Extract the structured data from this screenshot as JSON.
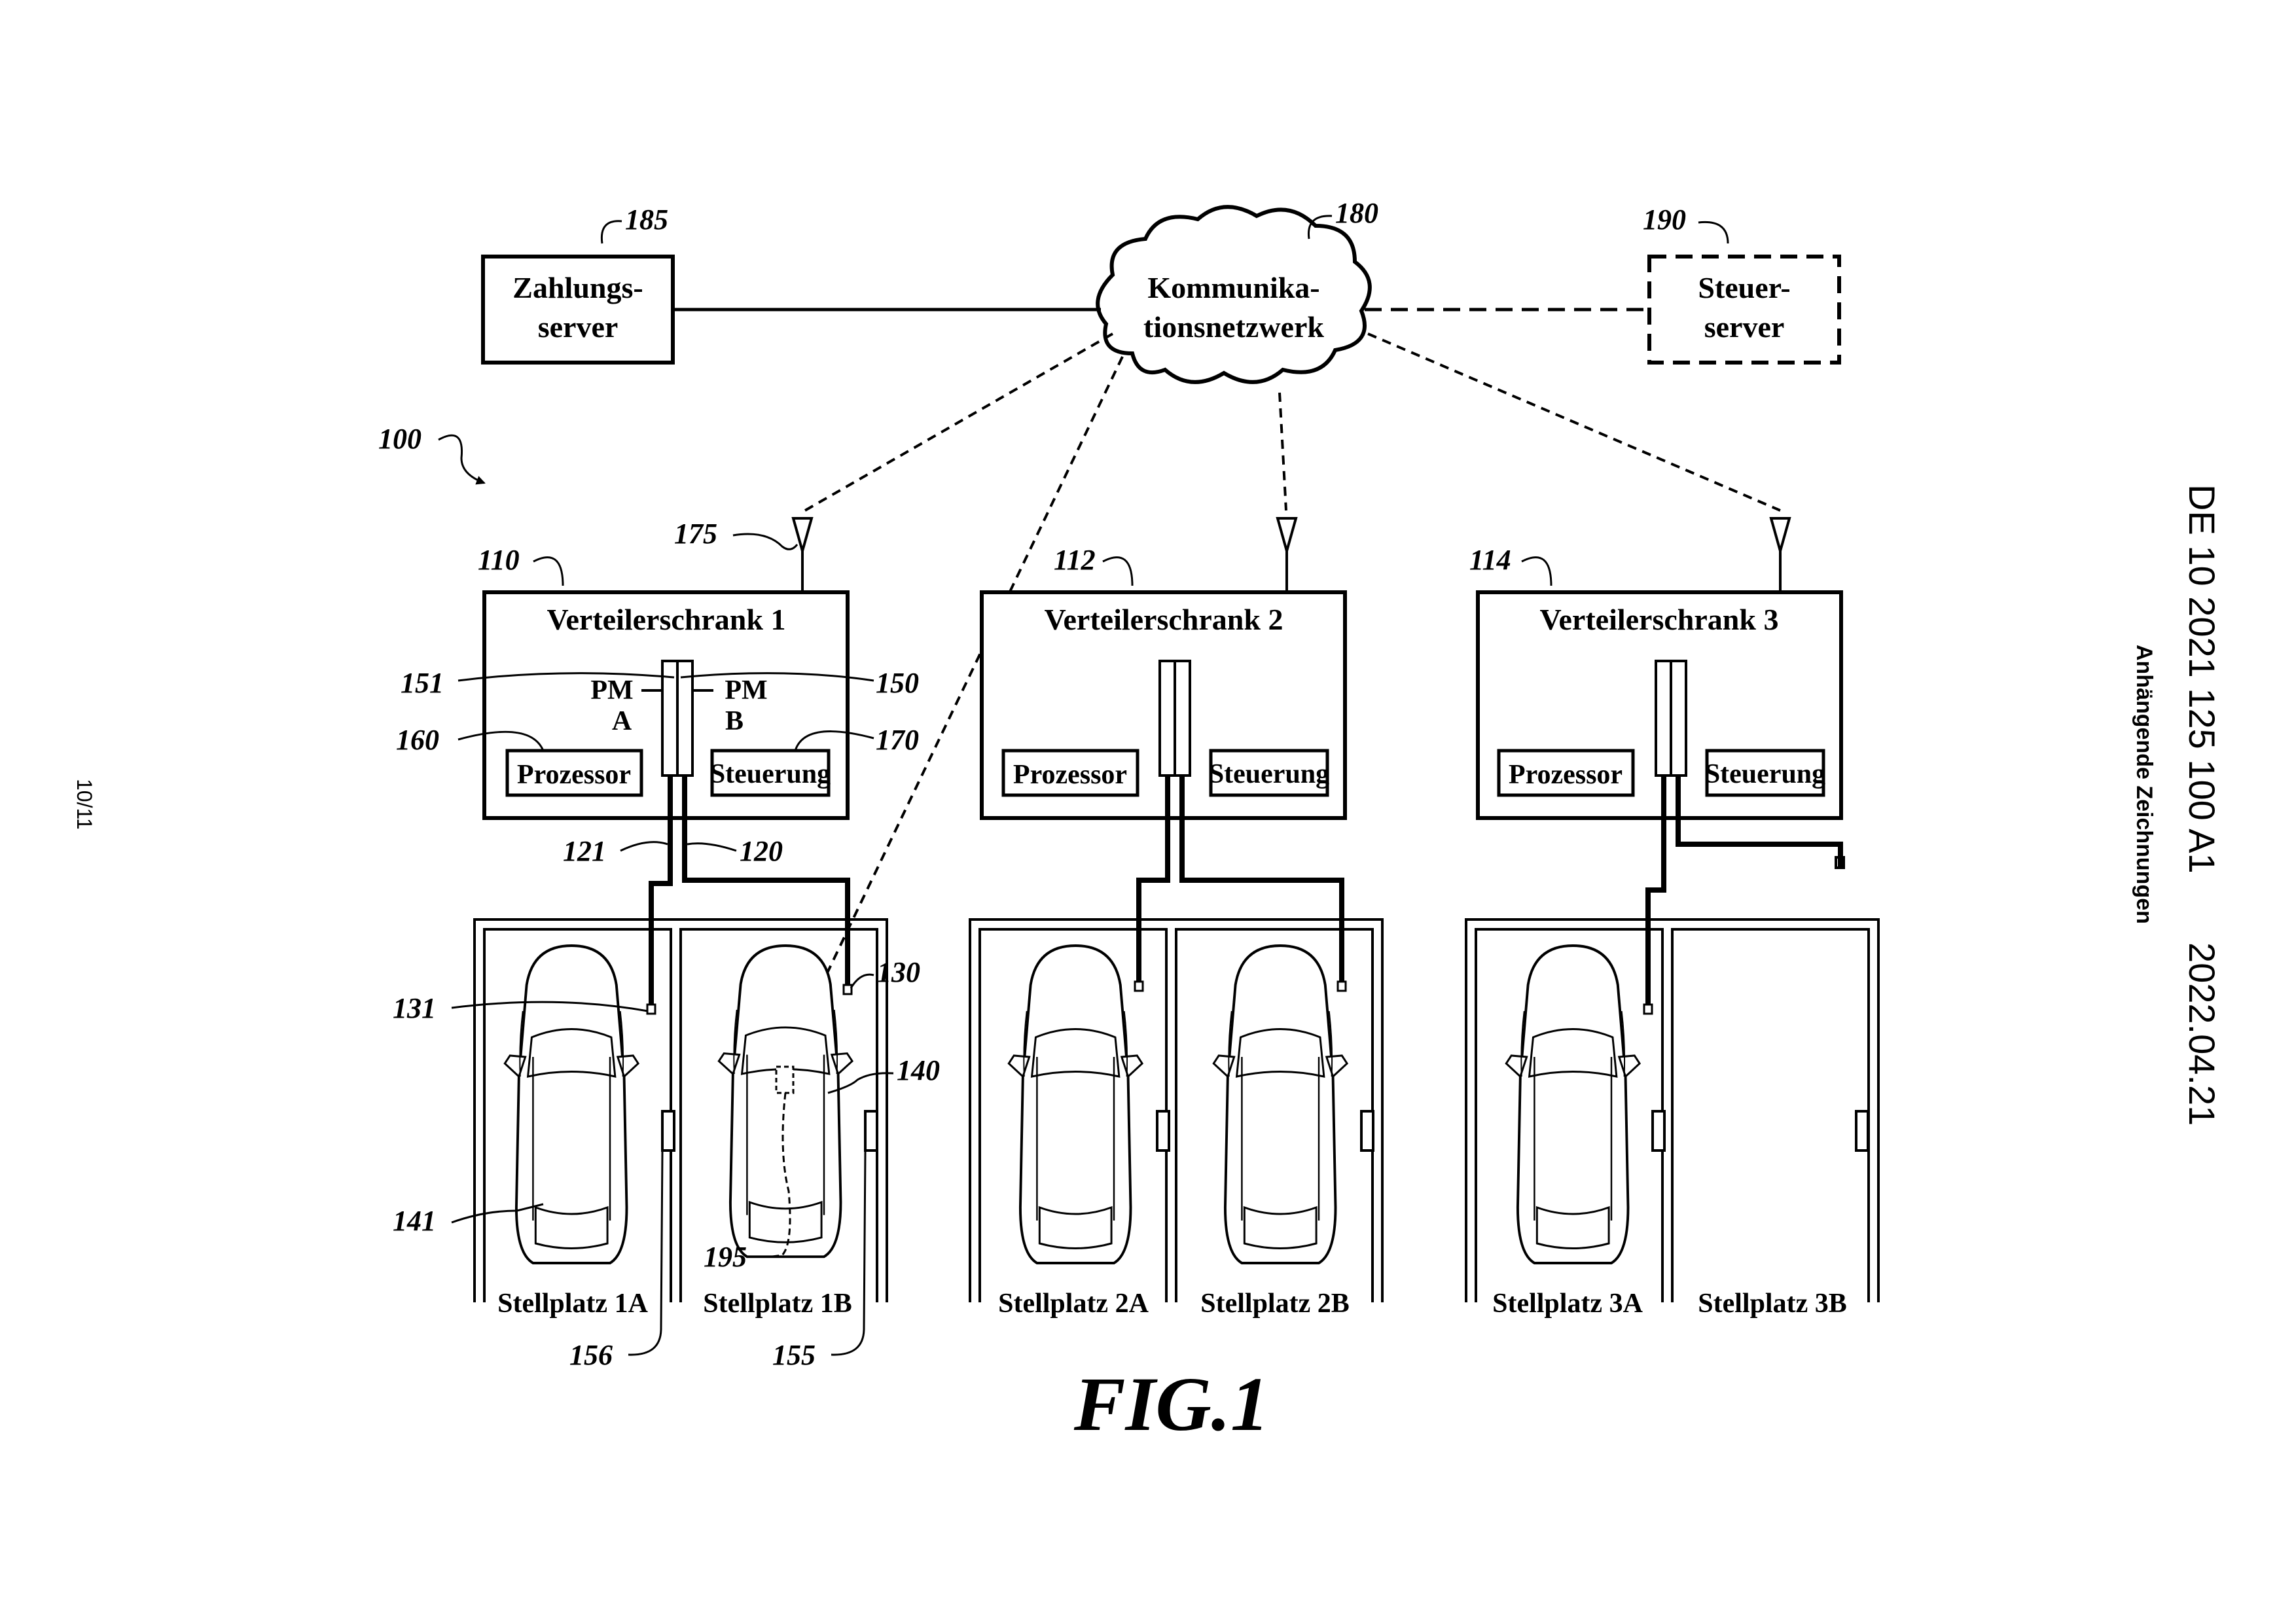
{
  "side_header": {
    "publication": "DE 10 2021 125 100 A1",
    "date": "2022.04.21",
    "subtitle": "Anhängende Zeichnungen"
  },
  "page_number": "10/11",
  "figure_title": "FIG.1",
  "nodes": {
    "payment_server": {
      "line1": "Zahlungs-",
      "line2": "server",
      "ref": "185"
    },
    "network": {
      "line1": "Kommunika-",
      "line2": "tionsnetzwerk",
      "ref": "180"
    },
    "control_server": {
      "line1": "Steuer-",
      "line2": "server",
      "ref": "190"
    }
  },
  "system_ref": "100",
  "cabinets": [
    {
      "title": "Verteilerschrank 1",
      "ref": "110",
      "processor": "Prozessor",
      "control": "Steuerung",
      "pm_a": [
        "PM",
        "A"
      ],
      "pm_b": [
        "PM",
        "B"
      ]
    },
    {
      "title": "Verteilerschrank 2",
      "ref": "112",
      "processor": "Prozessor",
      "control": "Steuerung"
    },
    {
      "title": "Verteilerschrank 3",
      "ref": "114",
      "processor": "Prozessor",
      "control": "Steuerung"
    }
  ],
  "spots": [
    "Stellplatz 1A",
    "Stellplatz 1B",
    "Stellplatz 2A",
    "Stellplatz 2B",
    "Stellplatz 3A",
    "Stellplatz 3B"
  ],
  "refs": {
    "antenna": "175",
    "pm_a": "151",
    "pm_b": "150",
    "processor": "160",
    "control": "170",
    "cable_a": "121",
    "cable_b": "120",
    "connector_1b": "130",
    "connector_1a": "131",
    "vehicle_1b": "140",
    "vehicle_1a": "141",
    "device": "195",
    "pole_1a": "156",
    "pole_1b": "155"
  }
}
